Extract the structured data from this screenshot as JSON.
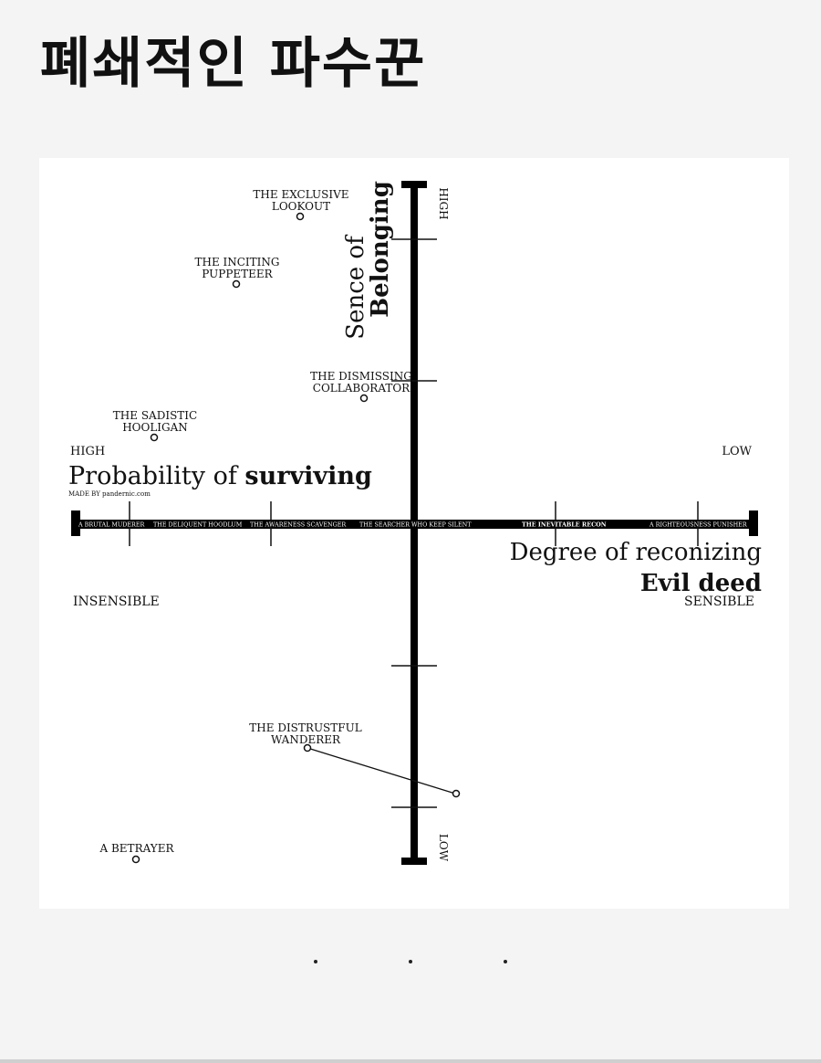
{
  "header": {
    "title": "폐쇄적인 파수꾼"
  },
  "diagram": {
    "y_axis": {
      "title_line1": "Sence of",
      "title_line2": "Belonging",
      "high": "HIGH",
      "low": "LOW"
    },
    "left_group": {
      "high": "HIGH",
      "title_normal": "Probability of ",
      "title_bold": "surviving",
      "credit": "MADE BY pandernic.com",
      "insensible": "INSENSIBLE"
    },
    "right_group": {
      "low": "LOW",
      "title_line1": "Degree of reconizing",
      "title_line2": "Evil deed",
      "sensible": "SENSIBLE"
    },
    "axis_segments": [
      "A BRUTAL MUDERER",
      "THE DELIQUENT HOODLUM",
      "THE AWARENESS SCAVENGER",
      "THE SEARCHER WHO KEEP SILENT",
      "THE INEVITABLE RECON",
      "A RIGHTEOUSNESS PUNISHER"
    ],
    "characters": [
      {
        "line1": "THE EXCLUSIVE",
        "line2": "LOOKOUT"
      },
      {
        "line1": "THE INCITING",
        "line2": "PUPPETEER"
      },
      {
        "line1": "THE DISMISSING",
        "line2": "COLLABORATOR"
      },
      {
        "line1": "THE SADISTIC",
        "line2": "HOOLIGAN"
      },
      {
        "line1": "THE DISTRUSTFUL",
        "line2": "WANDERER"
      },
      {
        "line1": "A BETRAYER",
        "line2": ""
      }
    ]
  },
  "pager": {
    "count": 3
  }
}
